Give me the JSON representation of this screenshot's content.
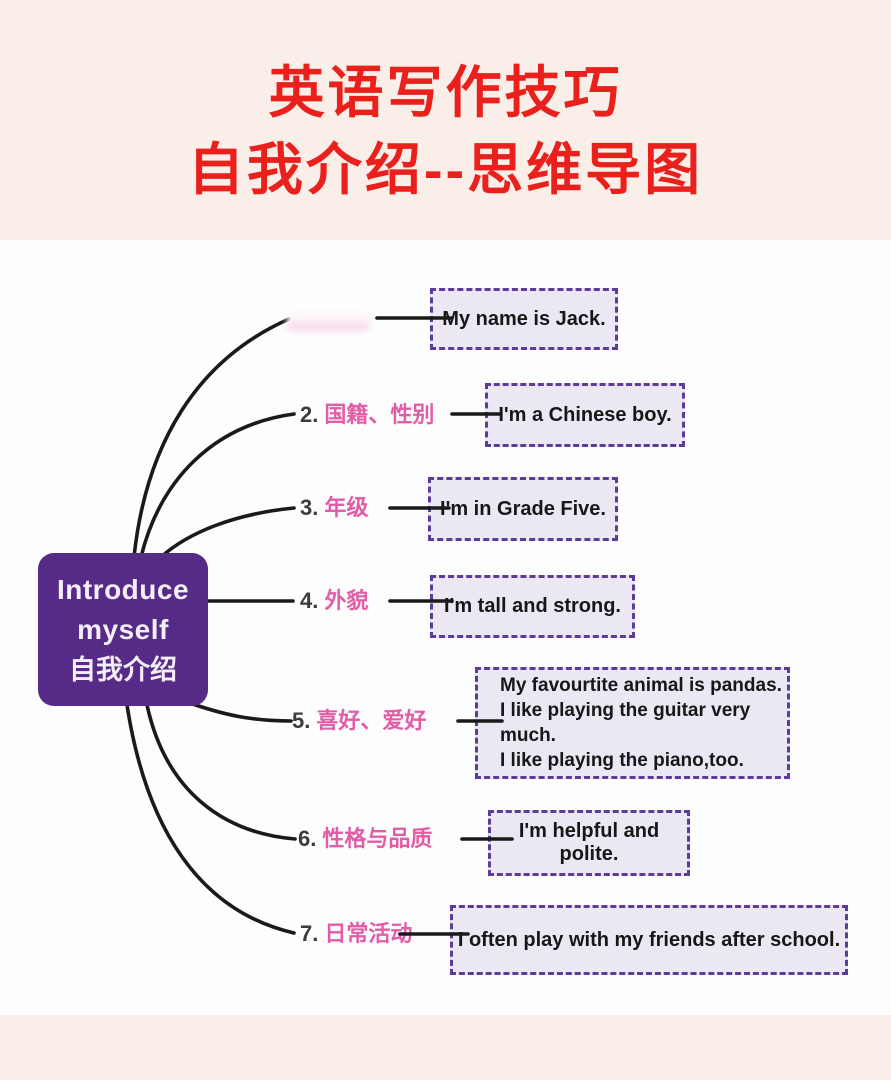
{
  "page": {
    "title_line1": "英语写作技巧",
    "title_line2": "自我介绍--思维导图"
  },
  "center_node": {
    "line1": "Introduce",
    "line2": "myself",
    "line3": "自我介绍"
  },
  "branches": [
    {
      "number": "",
      "label": "",
      "erased": true,
      "sentences": [
        "My name is Jack."
      ]
    },
    {
      "number": "2.",
      "label": "国籍、性别",
      "sentences": [
        "I'm a Chinese boy."
      ]
    },
    {
      "number": "3.",
      "label": "年级",
      "sentences": [
        "I'm in Grade Five."
      ]
    },
    {
      "number": "4.",
      "label": "外貌",
      "sentences": [
        "I'm tall and strong."
      ]
    },
    {
      "number": "5.",
      "label": "喜好、爱好",
      "sentences": [
        "My favourtite animal is pandas.",
        "I like playing the guitar very much.",
        "I like playing the piano,too."
      ]
    },
    {
      "number": "6.",
      "label": "性格与品质",
      "sentences": [
        "I'm helpful and polite."
      ]
    },
    {
      "number": "7.",
      "label": "日常活动",
      "sentences": [
        "I often play with my friends after school."
      ]
    }
  ],
  "colors": {
    "background_band": "#f9efe8",
    "canvas_white": "#fdfdfe",
    "title_red": "#e9201c",
    "node_purple": "#562b87",
    "box_fill": "#ebe8f3",
    "box_border_purple": "#5e3b99",
    "label_pink": "#e25ca8",
    "connector_black": "#1a1a1a"
  }
}
